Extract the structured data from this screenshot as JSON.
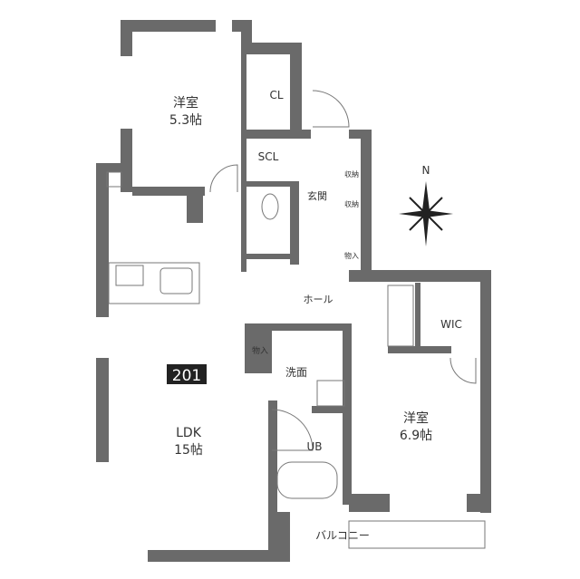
{
  "unit_number": "201",
  "rooms": {
    "western_room_1": {
      "name": "洋室",
      "size": "5.3帖"
    },
    "closet": "CL",
    "shoe_closet": "SCL",
    "entrance": "玄関",
    "storage_1": "収納",
    "storage_2": "収納",
    "storage_3": "物入",
    "hall": "ホール",
    "storage_4": "物入",
    "washroom": "洗面",
    "bath": "UB",
    "ldk": {
      "name": "LDK",
      "size": "15帖"
    },
    "wic": "WIC",
    "western_room_2": {
      "name": "洋室",
      "size": "6.9帖"
    },
    "balcony": "バルコニー"
  },
  "compass": {
    "label": "N"
  },
  "colors": {
    "wall": "#6a6a6a",
    "badge": "#222222"
  }
}
